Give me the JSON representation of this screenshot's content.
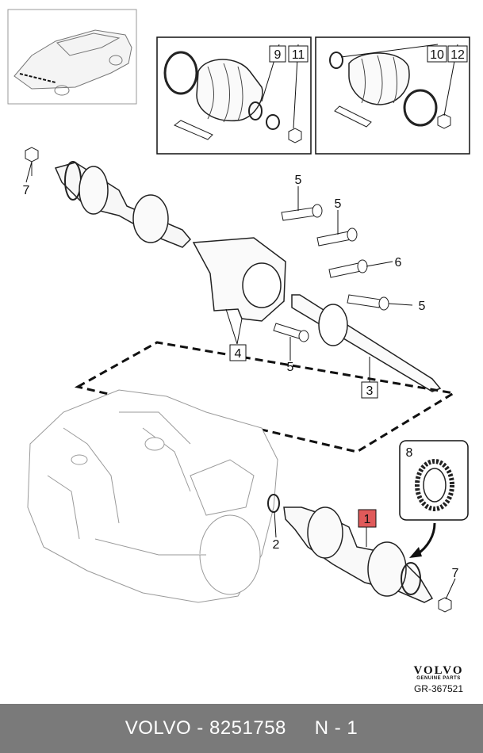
{
  "brand": {
    "logo": "VOLVO",
    "sub": "GENUINE PARTS",
    "code": "GR-367521"
  },
  "footer": {
    "make": "VOLVO",
    "sep": " - ",
    "part_number": "8251758",
    "note": "N - 1"
  },
  "callouts": {
    "c1": "1",
    "c2": "2",
    "c3": "3",
    "c4": "4",
    "c5a": "5",
    "c5b": "5",
    "c5c": "5",
    "c5d": "5",
    "c6": "6",
    "c7a": "7",
    "c7b": "7",
    "c8": "8",
    "c9": "9",
    "c10": "10",
    "c11": "11",
    "c12": "12"
  },
  "colors": {
    "highlight_fill": "#e05a5a",
    "footer_bg": "#7a7a7a",
    "line": "#111111"
  }
}
